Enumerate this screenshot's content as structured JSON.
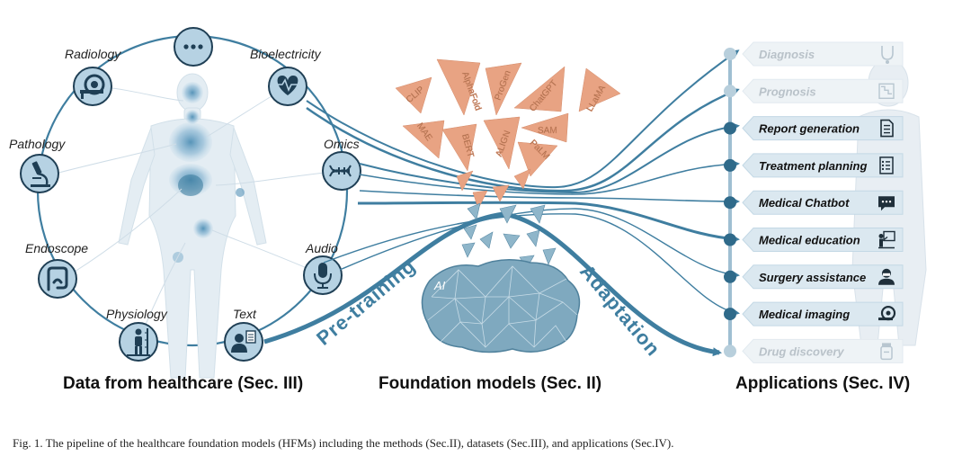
{
  "modalities": [
    {
      "label": "",
      "icon": "more-dots-icon"
    },
    {
      "label": "Bioelectricity",
      "icon": "heart-ecg-icon"
    },
    {
      "label": "Omics",
      "icon": "dna-icon"
    },
    {
      "label": "Audio",
      "icon": "microphone-icon"
    },
    {
      "label": "Text",
      "icon": "doctor-report-icon"
    },
    {
      "label": "Physiology",
      "icon": "person-measure-icon"
    },
    {
      "label": "Endoscope",
      "icon": "intestine-icon"
    },
    {
      "label": "Pathology",
      "icon": "microscope-icon"
    },
    {
      "label": "Radiology",
      "icon": "ct-scanner-icon"
    }
  ],
  "models": [
    "CLIP",
    "AlphaFold",
    "ProGen",
    "ChatGPT",
    "LLaMA",
    "MAE",
    "BERT",
    "ALIGN",
    "SAM",
    "PaLM"
  ],
  "ai_label": "AI",
  "stages": {
    "pretraining": "Pre-training",
    "adaptation": "Adaptation"
  },
  "applications": [
    {
      "label": "Diagnosis",
      "icon": "stethoscope-icon",
      "faded": true
    },
    {
      "label": "Prognosis",
      "icon": "trend-chart-icon",
      "faded": true
    },
    {
      "label": "Report generation",
      "icon": "document-icon",
      "faded": false
    },
    {
      "label": "Treatment planning",
      "icon": "checklist-icon",
      "faded": false
    },
    {
      "label": "Medical Chatbot",
      "icon": "chat-bubble-icon",
      "faded": false
    },
    {
      "label": "Medical education",
      "icon": "teacher-board-icon",
      "faded": false
    },
    {
      "label": "Surgery assistance",
      "icon": "surgeon-icon",
      "faded": false
    },
    {
      "label": "Medical imaging",
      "icon": "mri-scanner-icon",
      "faded": false
    },
    {
      "label": "Drug discovery",
      "icon": "pill-bottle-icon",
      "faded": true
    }
  ],
  "sections": {
    "data": "Data from healthcare (Sec. III)",
    "models": "Foundation models (Sec. II)",
    "apps": "Applications (Sec. IV)"
  },
  "caption": "Fig. 1.   The pipeline of the healthcare foundation models (HFMs) including the methods (Sec.II), datasets (Sec.III), and applications (Sec.IV).",
  "colors": {
    "primary": "#3f7ea0",
    "light": "#dbe8f0",
    "triangle": "#e8a383",
    "mesh": "#7fa9bf"
  }
}
